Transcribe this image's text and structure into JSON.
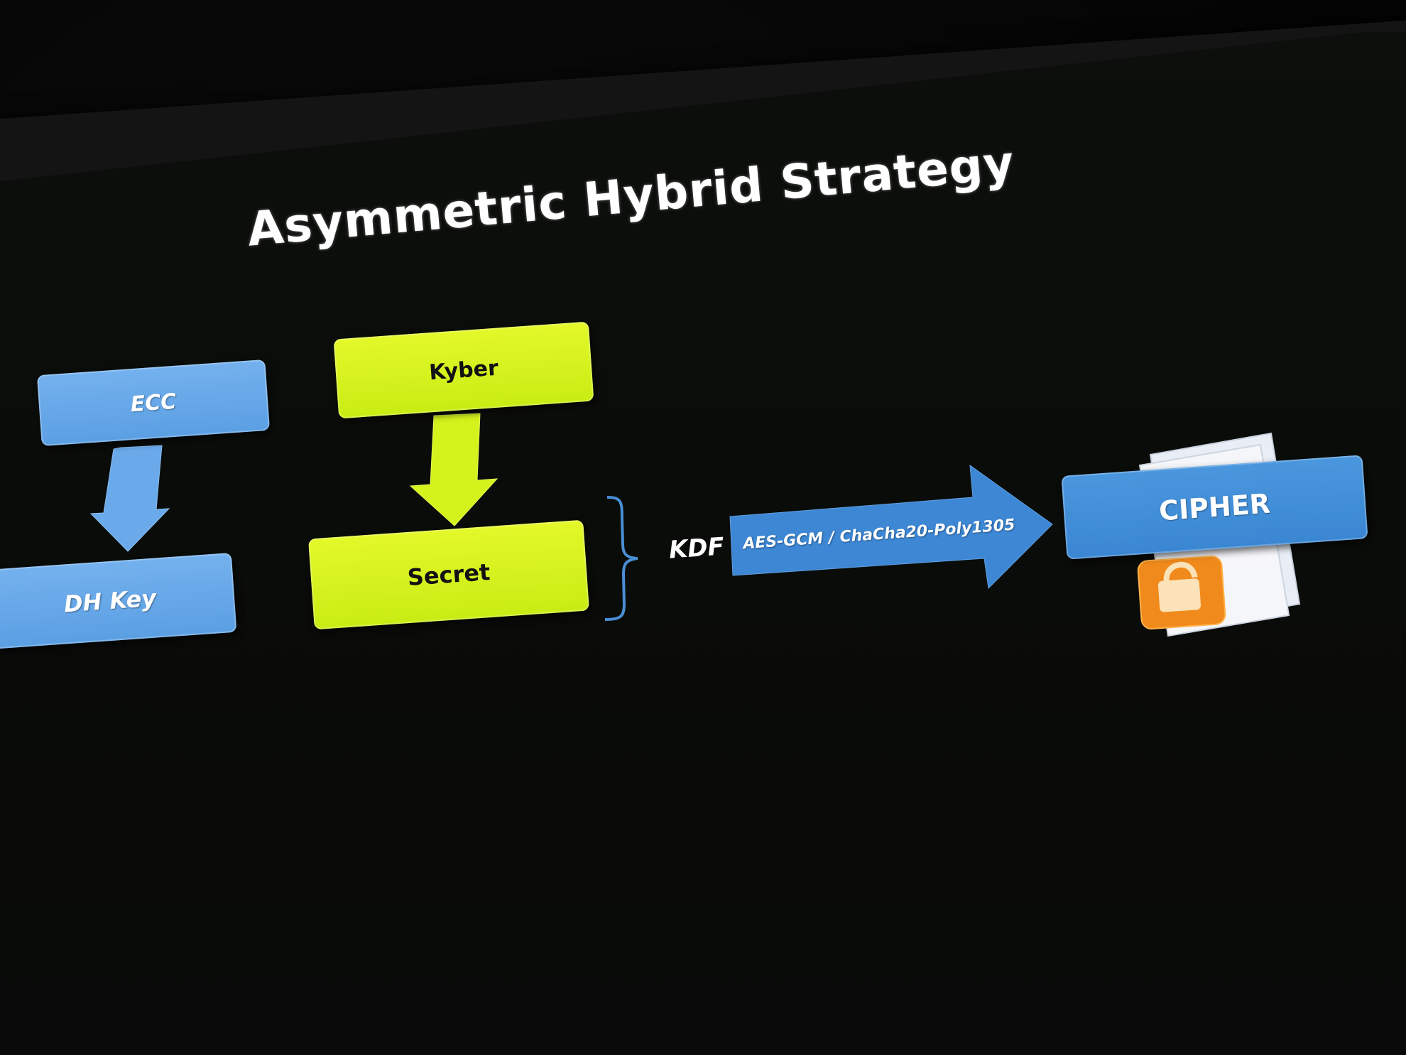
{
  "slide": {
    "title": "Asymmetric Hybrid Strategy",
    "nodes": {
      "ecc": "ECC",
      "dh_key": "DH Key",
      "kyber": "Kyber",
      "secret": "Secret",
      "cipher": "CIPHER"
    },
    "kdf_label": "KDF",
    "cipher_arrow_label": "AES-GCM / ChaCha20-Poly1305"
  },
  "colors": {
    "blue_box": "#5b9fe3",
    "green_box": "#d4f21c",
    "cipher_box": "#3a86d2",
    "lock_orange": "#f08a1c",
    "background": "#0b0c0a"
  },
  "icons": {
    "cipher_decoration": "locked-document-icon"
  }
}
